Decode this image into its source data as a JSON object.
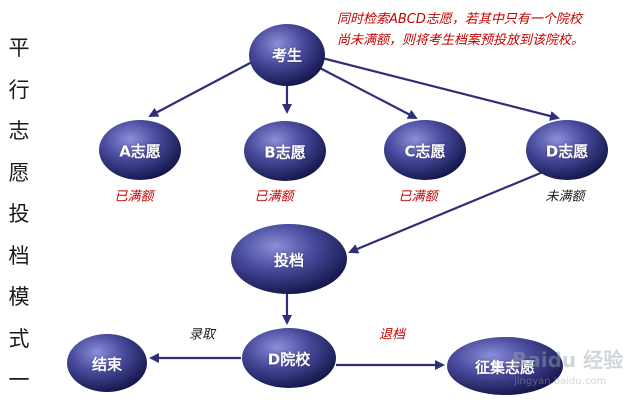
{
  "vertical_title": "平行志愿投档模式一",
  "note": "同时检索ABCD志愿，若其中只有一个院校\n尚未满额，则将考生档案预投放到该院校。",
  "nodes": {
    "examinee": "考生",
    "choice_a": "A志愿",
    "choice_b": "B志愿",
    "choice_c": "C志愿",
    "choice_d": "D志愿",
    "submit": "投档",
    "school_d": "D院校",
    "end": "结束",
    "extra_round": "征集志愿"
  },
  "statuses": {
    "a": "已满额",
    "b": "已满额",
    "c": "已满额",
    "d": "未满额"
  },
  "edge_labels": {
    "admit": "录取",
    "reject": "退档"
  },
  "watermark": {
    "main": "Baidu 经验",
    "sub": "jingyan.baidu.com"
  },
  "colors": {
    "node_fill_center": "#6d6fc2",
    "node_fill_edge": "#121448",
    "arrow": "#2e2f78",
    "red_text": "#c40000"
  }
}
